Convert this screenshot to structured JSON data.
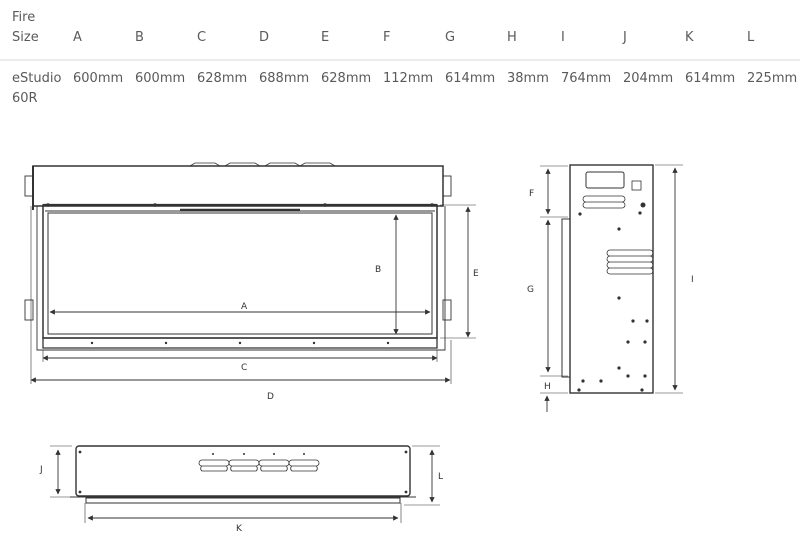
{
  "table": {
    "header": {
      "first_col_line1": "Fire",
      "first_col_line2": "Size",
      "columns": [
        "A",
        "B",
        "C",
        "D",
        "E",
        "F",
        "G",
        "H",
        "I",
        "J",
        "K",
        "L"
      ]
    },
    "rows": [
      {
        "model_line1": "eStudio",
        "model_line2": "60R",
        "values": [
          "600mm",
          "600mm",
          "628mm",
          "688mm",
          "628mm",
          "112mm",
          "614mm",
          "38mm",
          "764mm",
          "204mm",
          "614mm",
          "225mm"
        ]
      }
    ],
    "divider_color": "#ececec",
    "text_color": "#5a5a5a"
  },
  "diagram": {
    "front_view": {
      "labels": {
        "A": "A",
        "B": "B",
        "C": "C",
        "D": "D",
        "E": "E"
      }
    },
    "side_view": {
      "labels": {
        "F": "F",
        "G": "G",
        "H": "H",
        "I": "I"
      }
    },
    "top_view": {
      "labels": {
        "J": "J",
        "K": "K",
        "L": "L"
      }
    },
    "line_color": "#333333"
  }
}
